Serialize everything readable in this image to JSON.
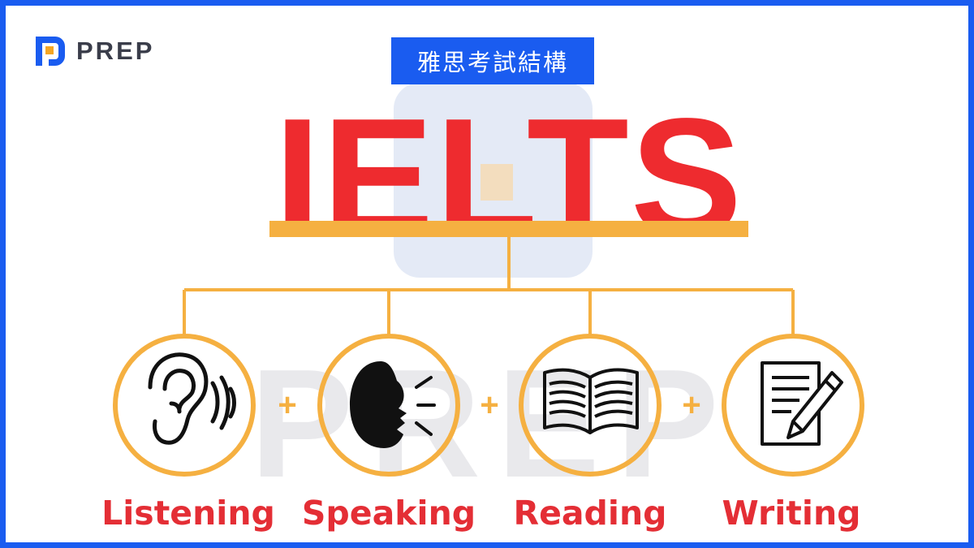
{
  "brand": {
    "name": "PREP",
    "watermark": "PREP",
    "color": "#1a5cf0"
  },
  "header": {
    "title": "雅思考試結構"
  },
  "main_title": {
    "text": "IELTS",
    "color": "#ee2b2f"
  },
  "connector_color": "#f5b041",
  "operator": "+",
  "skills": [
    {
      "label": "Listening",
      "icon": "ear-icon"
    },
    {
      "label": "Speaking",
      "icon": "speaking-head-icon"
    },
    {
      "label": "Reading",
      "icon": "open-book-icon"
    },
    {
      "label": "Writing",
      "icon": "pen-paper-icon"
    }
  ]
}
